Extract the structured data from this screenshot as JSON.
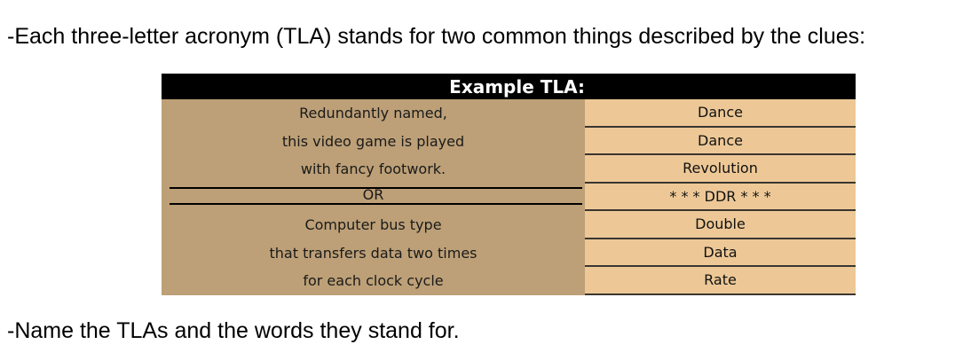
{
  "instructions": {
    "intro": "-Each three-letter acronym (TLA) stands for two common things described by the clues:",
    "outro": "-Name the TLAs and the words they stand for."
  },
  "example_table": {
    "header": "Example TLA:",
    "clues": [
      "Redundantly named,",
      "this video game is played",
      "with fancy footwork.",
      "OR",
      "Computer bus type",
      "that transfers data two times",
      "for each clock cycle"
    ],
    "answers": [
      "Dance",
      "Dance",
      "Revolution",
      "* * * DDR * * *",
      "Double",
      "Data",
      "Rate"
    ]
  },
  "colors": {
    "header_bg": "#000000",
    "clue_bg": "#bda077",
    "answer_bg": "#edc896",
    "answer_border": "#3a3631"
  }
}
